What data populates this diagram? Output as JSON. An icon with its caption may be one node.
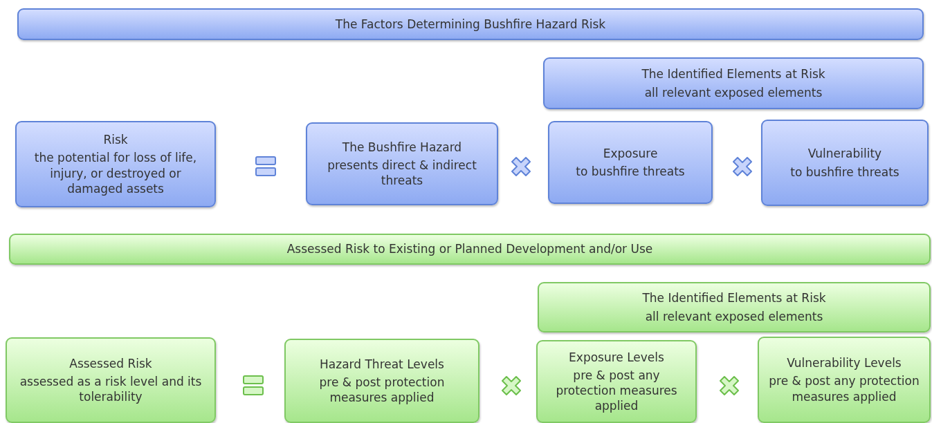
{
  "diagram": {
    "nodes": [
      {
        "text": [
          "The Factors Determining Bushfire Hazard Risk"
        ]
      },
      {
        "text": [
          "The Identified Elements at Risk",
          "all relevant exposed elements"
        ]
      },
      {
        "text": [
          "Risk",
          "the potential for loss of life, injury, or destroyed or damaged assets"
        ]
      },
      {
        "text": [
          "The Bushfire Hazard",
          "presents direct & indirect threats"
        ]
      },
      {
        "text": [
          "Exposure",
          "to bushfire threats"
        ]
      },
      {
        "text": [
          "Vulnerability",
          "to bushfire threats"
        ]
      },
      {
        "text": [
          "Assessed Risk to Existing or Planned Development and/or Use"
        ]
      },
      {
        "text": [
          "The Identified Elements at Risk",
          "all relevant exposed elements"
        ]
      },
      {
        "text": [
          "Assessed Risk",
          "assessed as a risk level and its tolerability"
        ]
      },
      {
        "text": [
          "Hazard Threat Levels",
          "pre & post protection measures applied"
        ]
      },
      {
        "text": [
          "Exposure Levels",
          "pre & post any protection measures applied"
        ]
      },
      {
        "text": [
          "Vulnerability Levels",
          "pre & post any protection measures applied"
        ]
      }
    ]
  }
}
